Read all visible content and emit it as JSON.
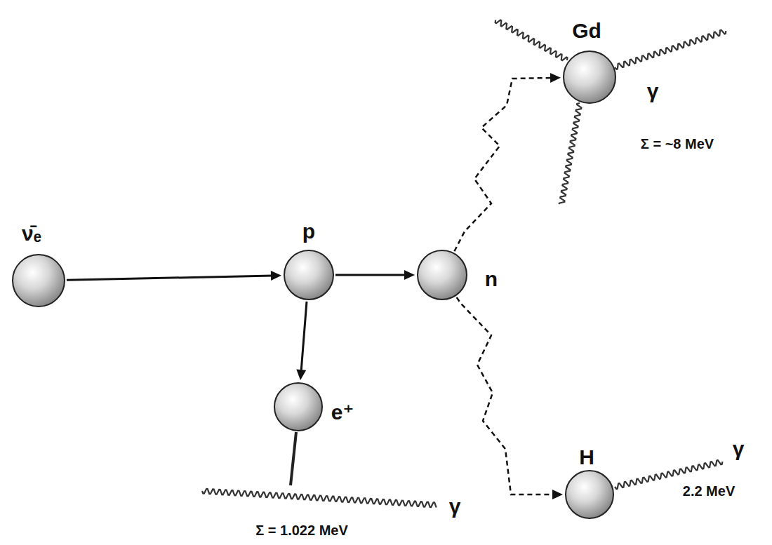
{
  "diagram": {
    "nodes": [
      {
        "text": [
          "ν̄ₑ"
        ]
      },
      {
        "text": [
          "p"
        ]
      },
      {
        "text": [
          "n"
        ]
      },
      {
        "text": [
          "e⁺"
        ]
      },
      {
        "text": [
          "Gd"
        ]
      },
      {
        "text": [
          "H"
        ]
      }
    ],
    "edges": [
      {
        "from": 0,
        "to": 1,
        "arrow": "to"
      },
      {
        "from": 1,
        "to": 2,
        "arrow": "to"
      },
      {
        "from": 1,
        "to": 3,
        "arrow": "to"
      },
      {
        "from": 2,
        "to": 4,
        "arrow": "to"
      },
      {
        "from": 2,
        "to": 5,
        "arrow": "to"
      }
    ],
    "labels": [
      "γ",
      "Σ = ~8 MeV",
      "γ",
      "2.2 MeV",
      "γ",
      "Σ = 1.022 MeV"
    ]
  }
}
